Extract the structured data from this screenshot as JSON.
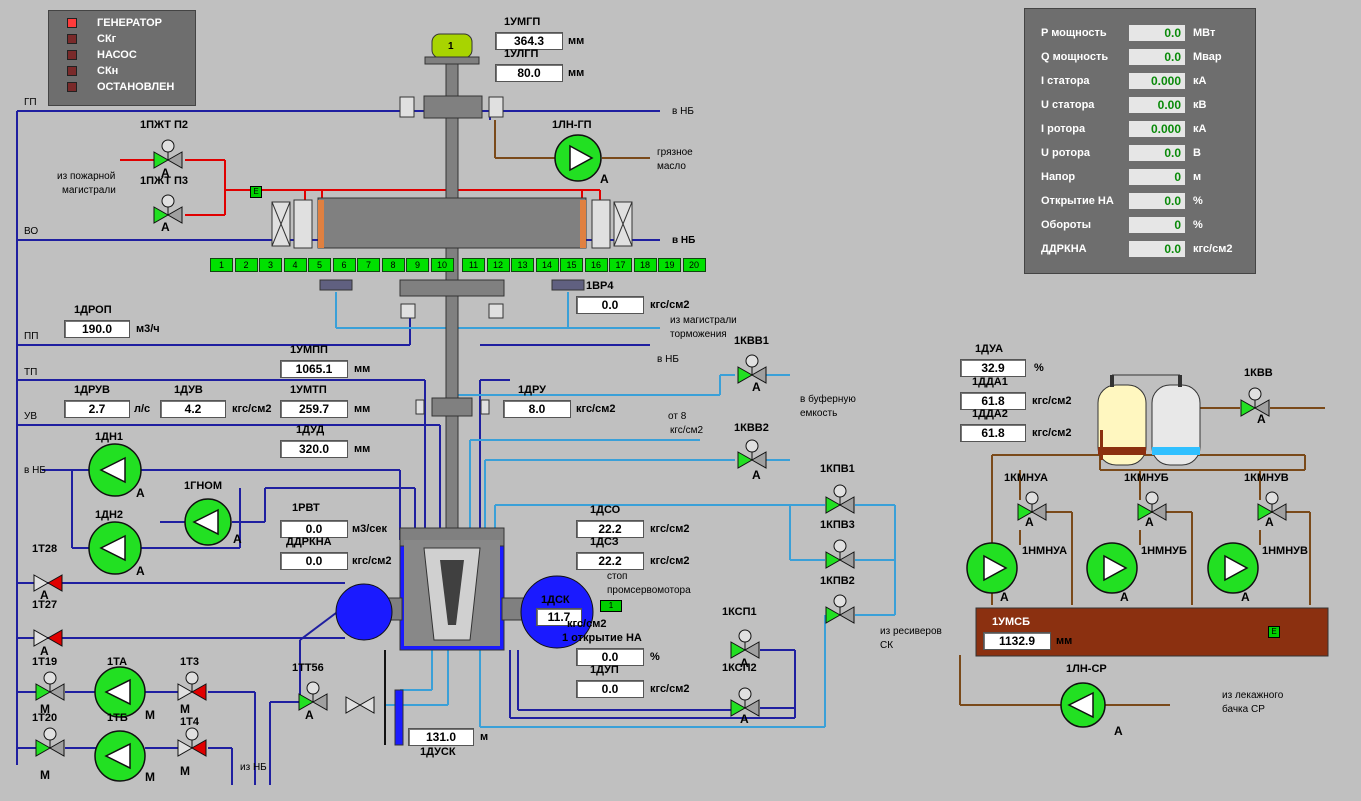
{
  "status": {
    "items": [
      {
        "label": "ГЕНЕРАТОР",
        "color": "#ff3b3b"
      },
      {
        "label": "СКг",
        "color": "#7a2a2a"
      },
      {
        "label": "НАСОС",
        "color": "#7a2a2a"
      },
      {
        "label": "СКн",
        "color": "#7a2a2a"
      },
      {
        "label": "ОСТАНОВЛЕН",
        "color": "#7a2a2a"
      }
    ]
  },
  "params": {
    "rows": [
      {
        "label": "P мощность",
        "value": "0.0",
        "unit": "МВт"
      },
      {
        "label": "Q мощность",
        "value": "0.0",
        "unit": "Мвар"
      },
      {
        "label": "I статора",
        "value": "0.000",
        "unit": "кА"
      },
      {
        "label": "U статора",
        "value": "0.00",
        "unit": "кВ"
      },
      {
        "label": "I ротора",
        "value": "0.000",
        "unit": "кА"
      },
      {
        "label": "U ротора",
        "value": "0.0",
        "unit": "В"
      },
      {
        "label": "Напор",
        "value": "0",
        "unit": "м"
      },
      {
        "label": "Открытие НА",
        "value": "0.0",
        "unit": "%"
      },
      {
        "label": "Обороты",
        "value": "0",
        "unit": "%"
      },
      {
        "label": "ДДРКНА",
        "value": "0.0",
        "unit": "кгс/см2"
      }
    ]
  },
  "lines": {
    "gp": "ГП",
    "vo": "ВО",
    "pp": "ПП",
    "tp": "ТП",
    "uv": "УВ"
  },
  "top": {
    "umgp": {
      "label": "1УМГП",
      "value": "364.3",
      "unit": "мм"
    },
    "ulgp": {
      "label": "1УЛГП",
      "value": "80.0",
      "unit": "мм"
    },
    "gp_num": "1"
  },
  "pumps": {
    "lngp": "1ЛН-ГП",
    "dn1": "1ДН1",
    "dn2": "1ДН2",
    "gnom": "1ГНОМ",
    "ta": "1ТА",
    "tb": "1ТБ",
    "nmnua": "1НМНУА",
    "nmnub": "1НМНУБ",
    "nmnuv": "1НМНУВ",
    "lnsr": "1ЛН-СР"
  },
  "valves": {
    "pzht2": "1ПЖТ П2",
    "pzht3": "1ПЖТ П3",
    "t28": "1Т28",
    "t27": "1Т27",
    "t19": "1Т19",
    "t20": "1Т20",
    "t3": "1Т3",
    "t4": "1Т4",
    "tt56": "1ТТ56",
    "kvv1": "1КВВ1",
    "kvv2": "1КВВ2",
    "kpv1": "1КПВ1",
    "kpv3": "1КПВ3",
    "kpv2": "1КПВ2",
    "ksp1": "1КСП1",
    "ksp2": "1КСП2",
    "kvv": "1КВВ",
    "kmnua": "1КМНУА",
    "kmnub": "1КМНУБ",
    "kmnuv": "1КМНУВ"
  },
  "drive": {
    "a": "А",
    "m": "М"
  },
  "text": {
    "v_nb": "в НБ",
    "gryaz": "грязное",
    "maslo": "масло",
    "iz_pozh": "из пожарной",
    "magistrali": "магистрали",
    "iz_mag": "из магистрали",
    "tormozh": "торможения",
    "v_bufer": "в буферную",
    "emkost": "емкость",
    "ot8": "от 8",
    "kgs": "кгс/см2",
    "iz_resiv": "из ресиверов",
    "sk": "СК",
    "stop": "стоп",
    "promserv": "промсервомотора",
    "otkr_na": "1 открытие НА",
    "iz_nb": "из НБ",
    "iz_lek": "из лекажного",
    "bachka": "бачка СР"
  },
  "readings": {
    "vr4": {
      "label": "1ВР4",
      "value": "0.0",
      "unit": "кгс/см2"
    },
    "drop": {
      "label": "1ДРОП",
      "value": "190.0",
      "unit": "м3/ч"
    },
    "umpp": {
      "label": "1УМПП",
      "value": "1065.1",
      "unit": "мм"
    },
    "druv": {
      "label": "1ДРУВ",
      "value": "2.7",
      "unit": "л/с"
    },
    "duv": {
      "label": "1ДУВ",
      "value": "4.2",
      "unit": "кгс/см2"
    },
    "umtp": {
      "label": "1УМТП",
      "value": "259.7",
      "unit": "мм"
    },
    "dru": {
      "label": "1ДРУ",
      "value": "8.0",
      "unit": "кгс/см2"
    },
    "dud": {
      "label": "1ДУД",
      "value": "320.0",
      "unit": "мм"
    },
    "rvt": {
      "label": "1РВТ",
      "value": "0.0",
      "unit": "м3/сек"
    },
    "ddrkna": {
      "label": "ДДРКНА",
      "value": "0.0",
      "unit": "кгс/см2"
    },
    "dso": {
      "label": "1ДСО",
      "value": "22.2",
      "unit": "кгс/см2"
    },
    "dsz": {
      "label": "1ДСЗ",
      "value": "22.2",
      "unit": "кгс/см2"
    },
    "dsk": {
      "label": "1ДСК",
      "value": "11.7",
      "unit": "кгс/см2"
    },
    "otkr": {
      "value": "0.0",
      "unit": "%"
    },
    "dup": {
      "label": "1ДУП",
      "value": "0.0",
      "unit": "кгс/см2"
    },
    "dusk": {
      "label": "1ДУСК",
      "value": "131.0",
      "unit": "м"
    },
    "dua": {
      "label": "1ДУА",
      "value": "32.9",
      "unit": "%"
    },
    "dda1": {
      "label": "1ДДА1",
      "value": "61.8",
      "unit": "кгс/см2"
    },
    "dda2": {
      "label": "1ДДА2",
      "value": "61.8",
      "unit": "кгс/см2"
    },
    "umsb": {
      "label": "1УМСБ",
      "value": "1132.9",
      "unit": "мм"
    }
  },
  "bearing": {
    "cells": [
      "1",
      "2",
      "3",
      "4",
      "5",
      "6",
      "7",
      "8",
      "9",
      "10",
      "11",
      "12",
      "13",
      "14",
      "15",
      "16",
      "17",
      "18",
      "19",
      "20"
    ]
  },
  "mode": {
    "e": "Е",
    "one": "1"
  }
}
